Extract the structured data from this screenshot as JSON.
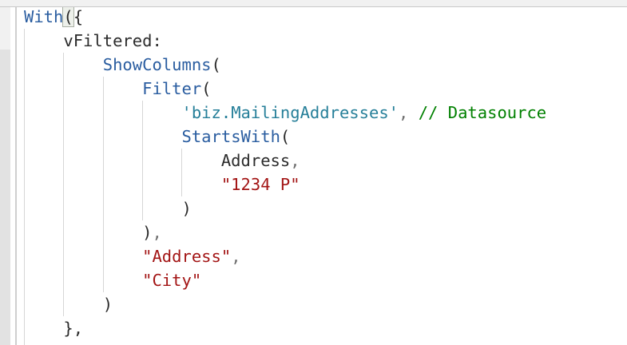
{
  "code": {
    "language": "Power Fx",
    "syntax_colors": {
      "fn": "#2a5da0",
      "plain": "#2b2b2b",
      "punct": "#2b2b2b",
      "comma": "#707070",
      "entity": "#267f99",
      "comment": "#008000",
      "string": "#a31515",
      "ws": "#2b2b2b"
    },
    "bracket_match": {
      "background": "#edf0ea",
      "border": "#a9b0a4"
    },
    "lines": [
      {
        "tokens": [
          {
            "t": "With",
            "c": "fn"
          },
          {
            "t": "(",
            "c": "punct",
            "match": true
          },
          {
            "t": "{",
            "c": "punct"
          }
        ]
      },
      {
        "tokens": [
          {
            "t": "    ",
            "c": "ws"
          },
          {
            "t": "vFiltered:",
            "c": "plain"
          }
        ]
      },
      {
        "tokens": [
          {
            "t": "        ",
            "c": "ws"
          },
          {
            "t": "ShowColumns",
            "c": "fn"
          },
          {
            "t": "(",
            "c": "punct"
          }
        ]
      },
      {
        "tokens": [
          {
            "t": "            ",
            "c": "ws"
          },
          {
            "t": "Filter",
            "c": "fn"
          },
          {
            "t": "(",
            "c": "punct"
          }
        ]
      },
      {
        "tokens": [
          {
            "t": "                ",
            "c": "ws"
          },
          {
            "t": "'biz.MailingAddresses'",
            "c": "entity"
          },
          {
            "t": ",",
            "c": "comma"
          },
          {
            "t": " ",
            "c": "ws"
          },
          {
            "t": "// Datasource",
            "c": "comment"
          }
        ]
      },
      {
        "tokens": [
          {
            "t": "                ",
            "c": "ws"
          },
          {
            "t": "StartsWith",
            "c": "fn"
          },
          {
            "t": "(",
            "c": "punct"
          }
        ]
      },
      {
        "tokens": [
          {
            "t": "                    ",
            "c": "ws"
          },
          {
            "t": "Address",
            "c": "plain"
          },
          {
            "t": ",",
            "c": "comma"
          }
        ]
      },
      {
        "tokens": [
          {
            "t": "                    ",
            "c": "ws"
          },
          {
            "t": "\"1234 P\"",
            "c": "string"
          }
        ]
      },
      {
        "tokens": [
          {
            "t": "                ",
            "c": "ws"
          },
          {
            "t": ")",
            "c": "punct"
          }
        ]
      },
      {
        "tokens": [
          {
            "t": "            ",
            "c": "ws"
          },
          {
            "t": ")",
            "c": "punct"
          },
          {
            "t": ",",
            "c": "comma"
          }
        ]
      },
      {
        "tokens": [
          {
            "t": "            ",
            "c": "ws"
          },
          {
            "t": "\"Address\"",
            "c": "string"
          },
          {
            "t": ",",
            "c": "comma"
          }
        ]
      },
      {
        "tokens": [
          {
            "t": "            ",
            "c": "ws"
          },
          {
            "t": "\"City\"",
            "c": "string"
          }
        ]
      },
      {
        "tokens": [
          {
            "t": "        ",
            "c": "ws"
          },
          {
            "t": ")",
            "c": "punct"
          }
        ]
      },
      {
        "tokens": [
          {
            "t": "    ",
            "c": "ws"
          },
          {
            "t": "},",
            "c": "punct"
          }
        ]
      }
    ],
    "indent_guides": [
      {
        "column": 0,
        "from_line": 2,
        "to_line": 14
      },
      {
        "column": 4,
        "from_line": 3,
        "to_line": 13
      },
      {
        "column": 8,
        "from_line": 4,
        "to_line": 12
      },
      {
        "column": 12,
        "from_line": 5,
        "to_line": 9
      },
      {
        "column": 16,
        "from_line": 7,
        "to_line": 8
      }
    ]
  }
}
